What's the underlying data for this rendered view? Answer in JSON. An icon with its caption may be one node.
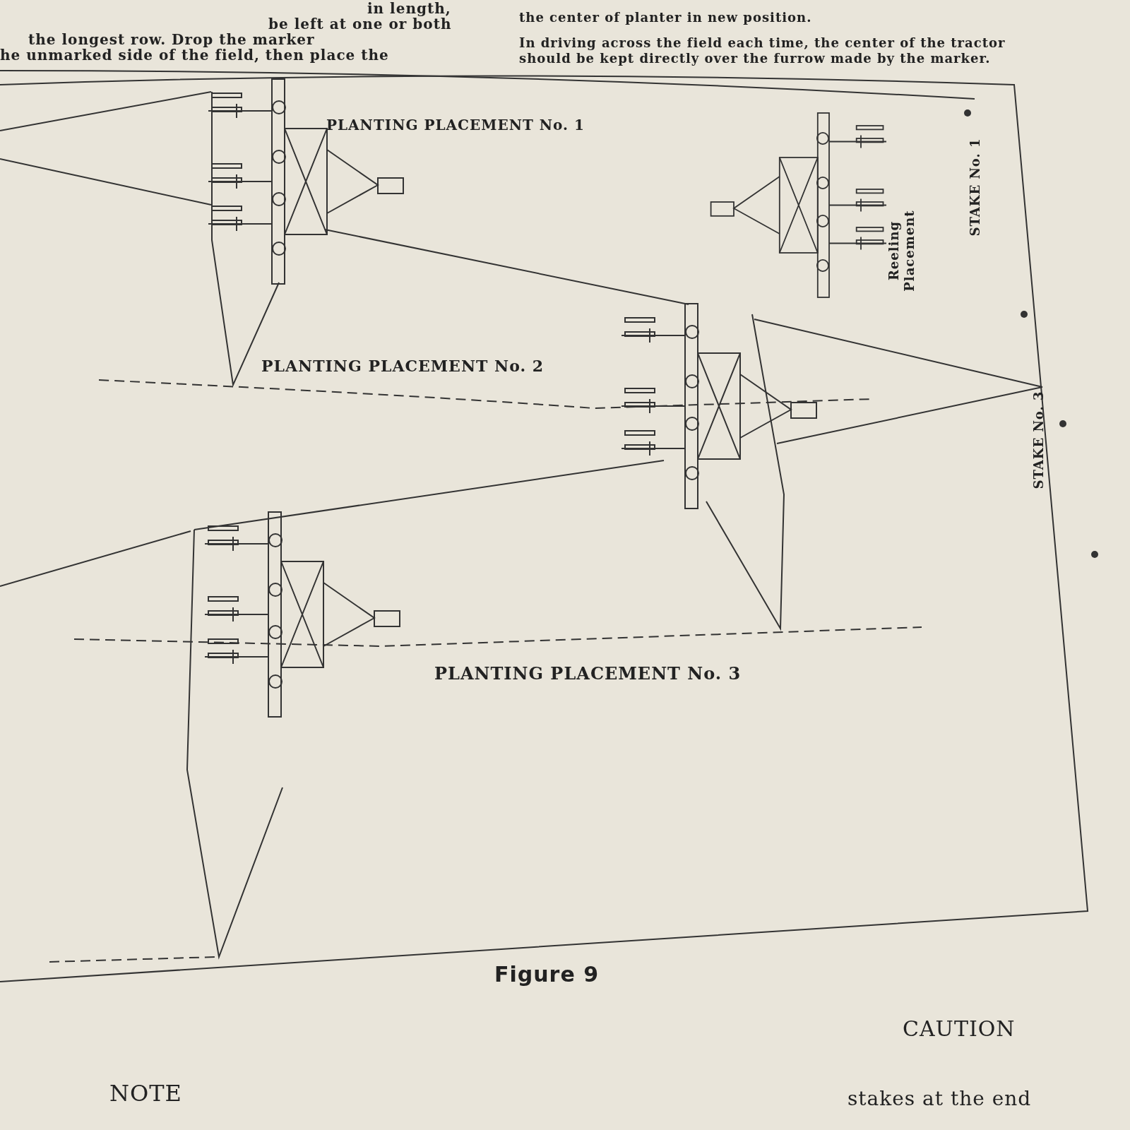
{
  "diagram": {
    "caption": "Figure 9",
    "nodes": [
      {
        "text": [],
        "shape": "picture"
      },
      {
        "text": [],
        "shape": "picture",
        "beside": [
          "Reeling Placement"
        ]
      },
      {
        "text": [],
        "shape": "picture"
      },
      {
        "text": [],
        "shape": "picture"
      },
      {
        "text": [
          "STAKE No. 3"
        ]
      }
    ],
    "edges": [
      {
        "from": null,
        "to": 0,
        "arrow": "none"
      },
      {
        "from": null,
        "to": 0,
        "arrow": "none"
      },
      {
        "from": 0,
        "to": 2,
        "arrow": "none"
      },
      {
        "from": 2,
        "to": 4,
        "arrow": "none"
      },
      {
        "from": 2,
        "to": 4,
        "arrow": "none"
      },
      {
        "from": null,
        "to": 3,
        "arrow": "none"
      },
      {
        "from": 3,
        "to": 2,
        "arrow": "none"
      }
    ],
    "labels": [
      "in length,",
      "be left at one or both",
      "the longest row. Drop the marker",
      "he unmarked side of the field, then place the",
      "the center of planter in new position.",
      "In driving across the field each time, the center of the tractor should be kept directly over the furrow made by the marker.",
      "PLANTING PLACEMENT No. 1",
      "STAKE No. 1",
      "PLANTING PLACEMENT No. 2",
      "PLANTING PLACEMENT No. 3",
      "CAUTION",
      "NOTE",
      "stakes at the end"
    ]
  }
}
